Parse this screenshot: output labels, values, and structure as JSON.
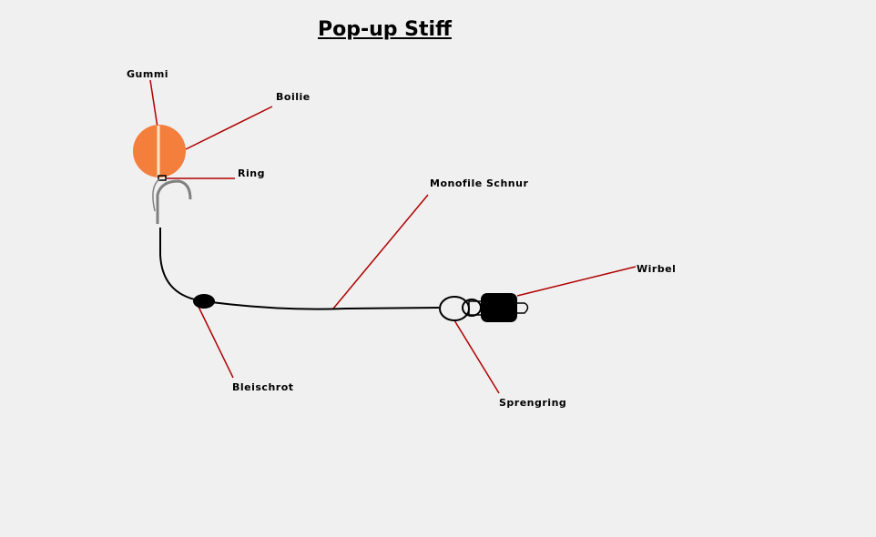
{
  "title": "Pop-up Stiff",
  "labels": {
    "gummi": "Gummi",
    "boilie": "Boilie",
    "ring": "Ring",
    "schnur": "Monofile Schnur",
    "wirbel": "Wirbel",
    "bleischrot": "Bleischrot",
    "sprengring": "Sprengring"
  },
  "colors": {
    "boilie": "#f47f3c",
    "leader": "#b00000",
    "hook": "#808080"
  }
}
